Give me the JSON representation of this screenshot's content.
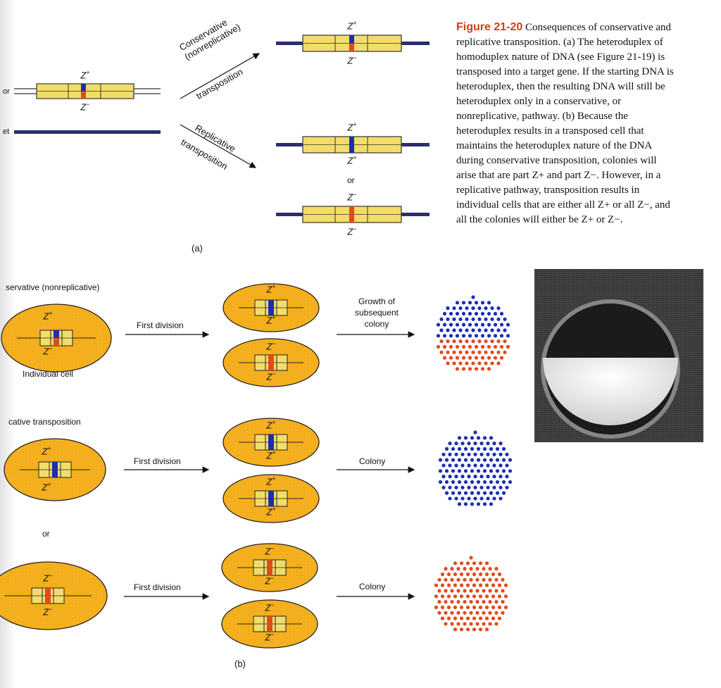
{
  "caption": {
    "figure_label": "Figure 21-20",
    "text": "Consequences of conservative and replicative transposition. (a) The heteroduplex of homoduplex nature of DNA (see Figure 21-19) is transposed into a target gene. If the starting DNA is heteroduplex, then the resulting DNA will still be heteroduplex only in a conservative, or nonreplicative, pathway. (b) Because the heteroduplex results in a transposed cell that maintains the heteroduplex nature of the DNA during conservative transposition, colonies will arise that are part Z+ and part Z−. However, in a replicative pathway, transposition results in individual cells that are either all Z+ or all Z−, and all the colonies will either be Z+ or Z−."
  },
  "panel_a": {
    "label": "(a)",
    "left_cut_labels": [
      "or",
      "et"
    ],
    "conservative_arrow": {
      "line1": "Conservative",
      "line2": "(nonreplicative)",
      "line3": "transposition"
    },
    "replicative_arrow": {
      "line1": "Replicative",
      "line2": "transposition"
    },
    "or_label": "or"
  },
  "panel_b": {
    "label": "(b)",
    "section1_title": "servative (nonreplicative)",
    "section2_title": "cative transposition",
    "individual_cell": "Individual cell",
    "first_division": "First division",
    "growth_line1": "Growth of",
    "growth_line2": "subsequent",
    "growth_line3": "colony",
    "colony": "Colony",
    "or_label": "or"
  },
  "alleles": {
    "z_plus": "Z+",
    "z_minus": "Z−"
  },
  "colors": {
    "cell_fill": "#f5b01f",
    "cell_stroke": "#222222",
    "gene_box": "#f2dd6a",
    "z_plus_color": "#1a2fb0",
    "z_minus_color": "#e24a1c",
    "dna_dark": "#2b2f6b",
    "caption_accent": "#d93a1a"
  }
}
